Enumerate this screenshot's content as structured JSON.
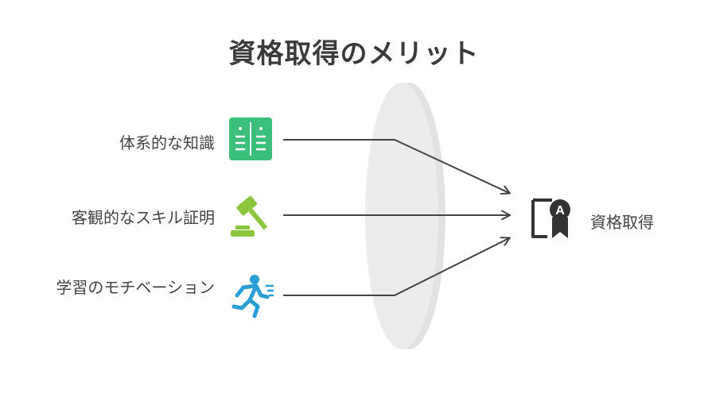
{
  "title": "資格取得のメリット",
  "inputs": [
    {
      "label": "体系的な知識",
      "icon": "books-icon",
      "color": "#3cbf7a"
    },
    {
      "label": "客観的なスキル証明",
      "icon": "gavel-icon",
      "color": "#8cc63f"
    },
    {
      "label": "学習のモチベーション",
      "icon": "running-person-icon",
      "color": "#2a9fd6"
    }
  ],
  "output": {
    "label": "資格取得",
    "icon": "certificate-icon",
    "color": "#333333"
  },
  "lens_color": "#e6e6e6"
}
